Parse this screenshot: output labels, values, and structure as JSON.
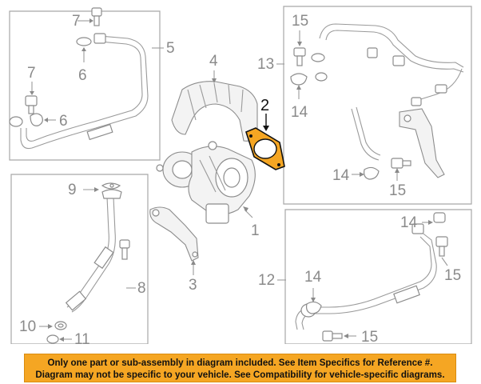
{
  "callouts": {
    "c1": "1",
    "c2": "2",
    "c3": "3",
    "c4": "4",
    "c5": "5",
    "c6a": "6",
    "c6b": "6",
    "c7a": "7",
    "c7b": "7",
    "c8": "8",
    "c9": "9",
    "c10": "10",
    "c11": "11",
    "c12": "12",
    "c13": "13",
    "c14a": "14",
    "c14b": "14",
    "c14c": "14",
    "c14d": "14",
    "c15a": "15",
    "c15b": "15",
    "c15c": "15",
    "c15d": "15"
  },
  "notice": {
    "line1": "Only one part or sub-assembly in diagram included. See Item Specifics for Reference #.",
    "line2": "Diagram may not be specific to your vehicle. See Compatibility for vehicle-specific diagrams."
  },
  "colors": {
    "banner": "#f5a623",
    "highlight_part": "#f5a623"
  }
}
